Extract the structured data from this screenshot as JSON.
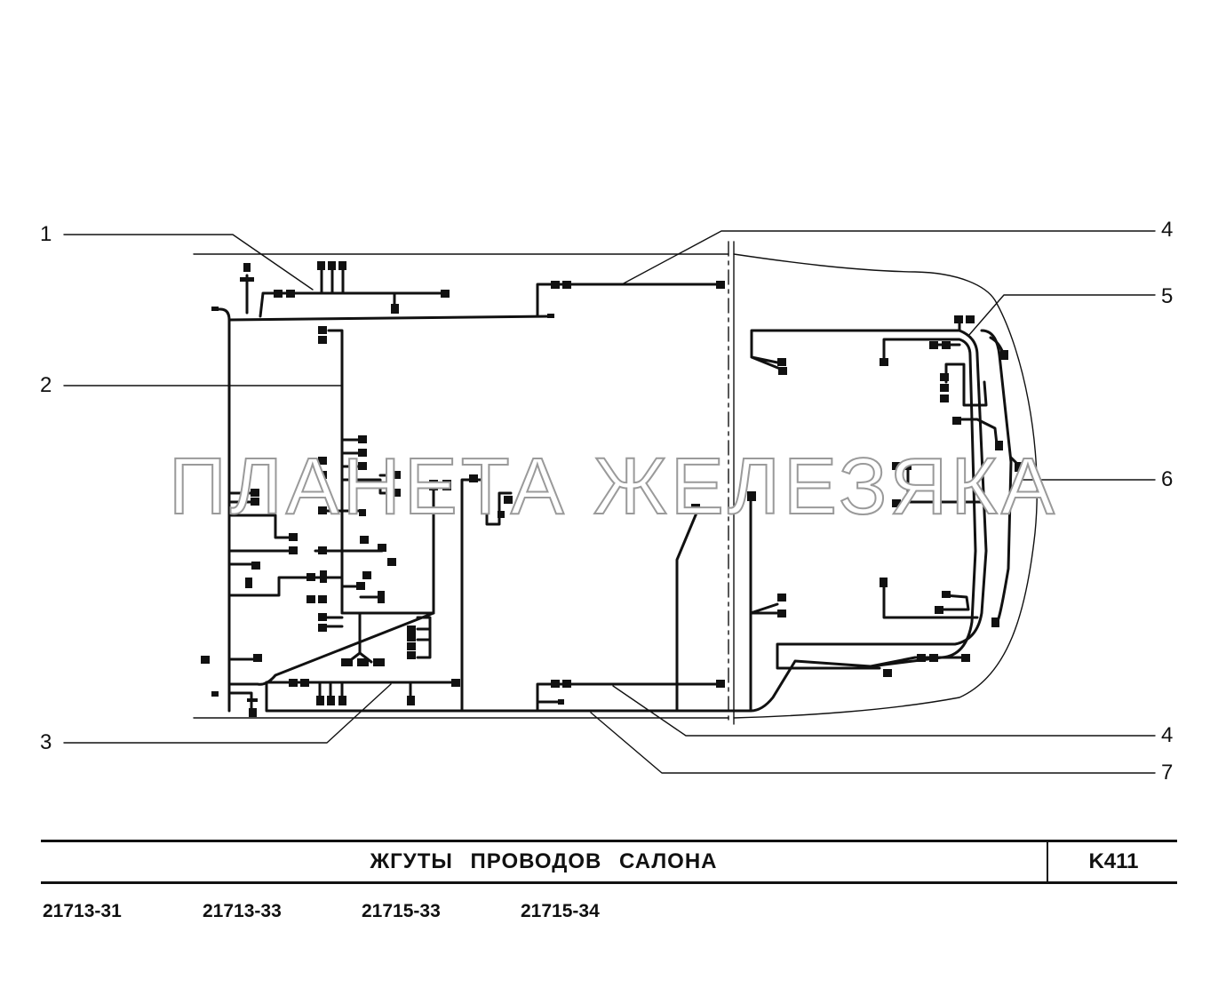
{
  "watermark": "ПЛАНЕТА ЖЕЛЕЗЯКА",
  "callouts": {
    "c1": "1",
    "c2": "2",
    "c3": "3",
    "c4_top": "4",
    "c4_bottom": "4",
    "c5": "5",
    "c6": "6",
    "c7": "7"
  },
  "title_block": {
    "title": "ЖГУТЫ ПРОВОДОВ САЛОНА",
    "sheet_code": "K411"
  },
  "models": [
    "21713-31",
    "21713-33",
    "21715-33",
    "21715-34"
  ]
}
